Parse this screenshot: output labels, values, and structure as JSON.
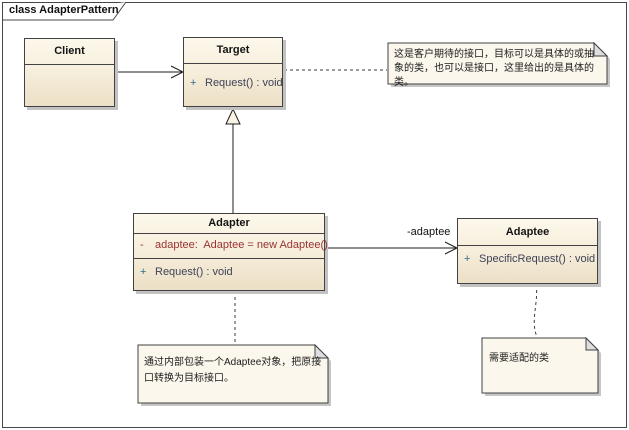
{
  "frame": {
    "label": "class AdapterPattern"
  },
  "diagram": {
    "classes": [
      {
        "name": "Client",
        "attributes": [],
        "operations": []
      },
      {
        "name": "Target",
        "attributes": [],
        "operations": [
          {
            "visibility": "+",
            "signature": "Request() : void"
          }
        ]
      },
      {
        "name": "Adapter",
        "attributes": [
          {
            "visibility": "-",
            "signature": "adaptee:  Adaptee = new Adaptee()"
          }
        ],
        "operations": [
          {
            "visibility": "+",
            "signature": "Request() : void"
          }
        ]
      },
      {
        "name": "Adaptee",
        "attributes": [],
        "operations": [
          {
            "visibility": "+",
            "signature": "SpecificRequest() : void"
          }
        ]
      }
    ],
    "notes": [
      {
        "text": "这是客户期待的接口，目标可以是具体的或抽象的类，也可以是接口，这里给出的是具体的类。"
      },
      {
        "text": "通过内部包装一个Adaptee对象，把原接口转换为目标接口。"
      },
      {
        "text": "需要适配的类"
      }
    ],
    "connector_labels": {
      "adaptee_role": "-adaptee"
    }
  },
  "colors": {
    "class_fill_top": "#FDF8EC",
    "class_fill_bottom": "#ECDFC6",
    "border": "#424242",
    "shadow": "#C2C2C2",
    "note_fill": "#FBF7EC",
    "attribute_text": "#9A3334",
    "operation_text": "#3E4257",
    "visibility_plus": "#2F6F8F",
    "visibility_minus": "#9A3334"
  }
}
